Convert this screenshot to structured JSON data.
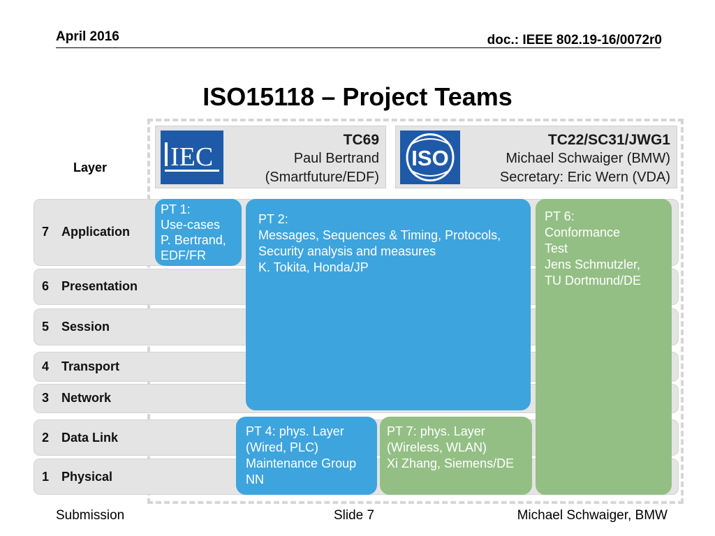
{
  "header": {
    "date": "April 2016",
    "doc": "doc.: IEEE 802.19-16/0072r0"
  },
  "title": "ISO15118 – Project Teams",
  "diagram": {
    "layer_heading": "Layer",
    "layers": [
      {
        "num": "7",
        "name": "Application"
      },
      {
        "num": "6",
        "name": "Presentation"
      },
      {
        "num": "5",
        "name": "Session"
      },
      {
        "num": "4",
        "name": "Transport"
      },
      {
        "num": "3",
        "name": "Network"
      },
      {
        "num": "2",
        "name": "Data Link"
      },
      {
        "num": "1",
        "name": "Physical"
      }
    ],
    "iec": {
      "logo_text": "IEC",
      "name": "TC69",
      "lines": [
        "Paul Bertrand",
        "(Smartfuture/EDF)"
      ]
    },
    "iso": {
      "logo_text": "ISO",
      "name": "TC22/SC31/JWG1",
      "lines": [
        "Michael Schwaiger (BMW)",
        "Secretary: Eric Wern (VDA)"
      ]
    },
    "project_teams": [
      {
        "id": "pt1",
        "color": "#3ea4de",
        "lines": [
          "PT 1:",
          "Use-cases",
          "P. Bertrand,",
          "EDF/FR"
        ]
      },
      {
        "id": "pt2",
        "color": "#3ea4de",
        "lines": [
          "PT 2:",
          "Messages, Sequences & Timing, Protocols,",
          "Security analysis and measures",
          "K. Tokita, Honda/JP"
        ]
      },
      {
        "id": "pt6",
        "color": "#93bf85",
        "lines": [
          "PT 6:",
          "Conformance",
          "Test",
          "Jens Schmutzler,",
          "TU Dortmund/DE"
        ]
      },
      {
        "id": "pt4",
        "color": "#3ea4de",
        "lines": [
          "PT 4: phys. Layer",
          "(Wired, PLC)",
          "Maintenance Group",
          "NN"
        ]
      },
      {
        "id": "pt7",
        "color": "#93bf85",
        "lines": [
          "PT 7: phys. Layer",
          "(Wireless, WLAN)",
          "Xi Zhang, Siemens/DE"
        ]
      }
    ]
  },
  "footer": {
    "left": "Submission",
    "center": "Slide 7",
    "right": "Michael Schwaiger, BMW"
  }
}
